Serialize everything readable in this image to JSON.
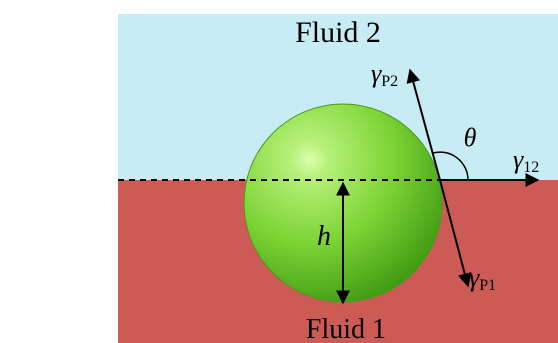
{
  "labels": {
    "fluid_top": "Fluid 2",
    "fluid_bottom": "Fluid 1",
    "height": "h",
    "angle": "θ",
    "gamma_p2_base": "γ",
    "gamma_p2_sub": "P2",
    "gamma_p1_base": "γ",
    "gamma_p1_sub": "P1",
    "gamma_12_base": "γ",
    "gamma_12_sub": "12"
  },
  "colors": {
    "fluid_top": "#c8ecf4",
    "fluid_bottom": "#cc5b55",
    "particle_light": "#b8f07a",
    "particle_mid": "#7bd334",
    "particle_dark": "#3f9a12",
    "line": "#000000"
  }
}
